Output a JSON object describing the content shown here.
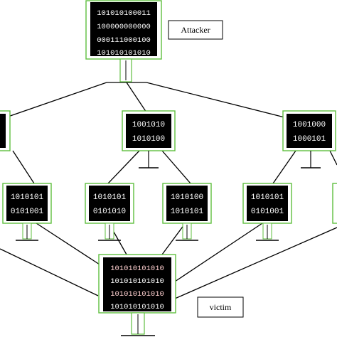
{
  "labels": {
    "attacker": "Attacker",
    "victim": "victim"
  },
  "colors": {
    "frame": "#5fbf3f",
    "screen": "#000000",
    "screen_text": "#ffffff",
    "victim_text_accent": "#ff9a9a",
    "line": "#000000",
    "background": "#ffffff"
  },
  "nodes": {
    "attacker": {
      "lines": [
        "101010100011",
        "100000000000",
        "000111000100",
        "101010101010"
      ]
    },
    "mid_left": {
      "lines": [
        "",
        ""
      ]
    },
    "mid_center": {
      "lines": [
        "1001010",
        "1010100"
      ]
    },
    "mid_right": {
      "lines": [
        "1001000",
        "1000101"
      ]
    },
    "low_1": {
      "lines": [
        "1010101",
        "0101001"
      ]
    },
    "low_2": {
      "lines": [
        "1010101",
        "0101010"
      ]
    },
    "low_3": {
      "lines": [
        "1010100",
        "1010101"
      ]
    },
    "low_4": {
      "lines": [
        "1010101",
        "0101001"
      ]
    },
    "victim": {
      "lines": [
        "101010101010",
        "101010101010",
        "101010101010",
        "101010101010"
      ]
    }
  }
}
